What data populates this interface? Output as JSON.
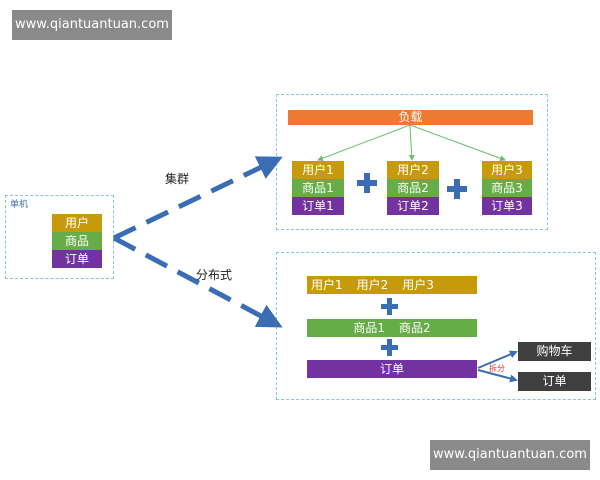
{
  "watermark": {
    "top": "www.qiantuantuan.com",
    "bottom": "www.qiantuantuan.com"
  },
  "single": {
    "title": "单机",
    "user": "用户",
    "product": "商品",
    "order": "订单"
  },
  "branches": {
    "cluster": "集群",
    "distributed": "分布式"
  },
  "cluster": {
    "load": "负载",
    "nodes": [
      {
        "user": "用户1",
        "product": "商品1",
        "order": "订单1"
      },
      {
        "user": "用户2",
        "product": "商品2",
        "order": "订单2"
      },
      {
        "user": "用户3",
        "product": "商品3",
        "order": "订单3"
      }
    ]
  },
  "distributed": {
    "users": [
      "用户1",
      "用户2",
      "用户3"
    ],
    "products": [
      "商品1",
      "商品2"
    ],
    "order": "订单",
    "split": "拆分",
    "targets": [
      "购物车",
      "订单"
    ]
  },
  "colors": {
    "user": "#c79a0b",
    "product": "#66ac47",
    "order": "#7232a0",
    "load": "#ec7a32",
    "arrow": "#3b6db4",
    "dark": "#3f3f3f"
  }
}
